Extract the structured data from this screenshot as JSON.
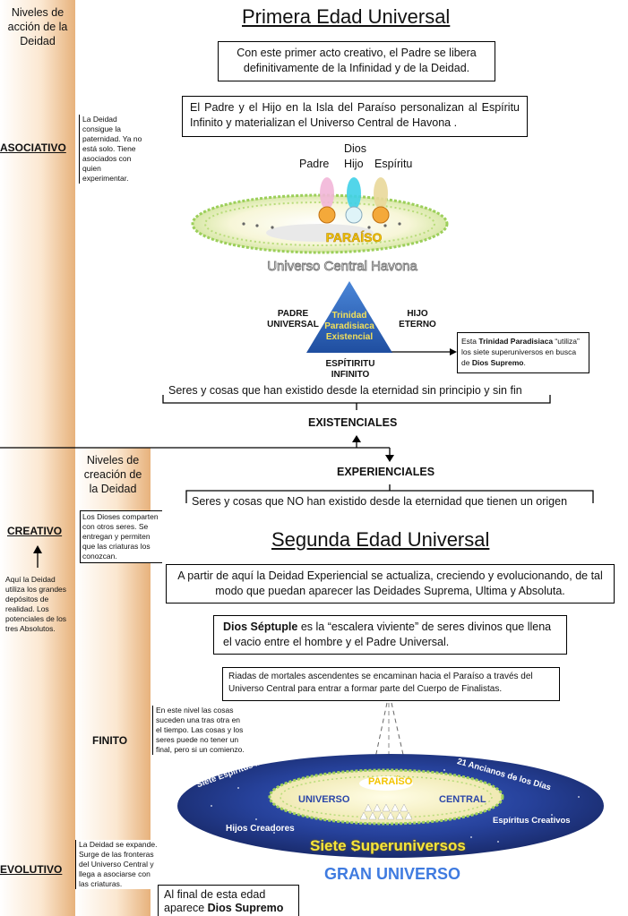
{
  "sidebar": {
    "top_heading": "Niveles de acción de la Deidad",
    "mid_heading": "Niveles de creación de la Deidad",
    "asociativo": {
      "label": "ASOCIATIVO",
      "note": "La Deidad consigue la paternidad. Ya no está solo. Tiene asociados con quien experimentar."
    },
    "creativo": {
      "label": "CREATIVO",
      "note": "Los Dioses comparten con otros seres. Se entregan y permiten que las criaturas los conozcan."
    },
    "absolutos_note": "Aquí la Deidad utiliza los grandes depósitos de realidad. Los potenciales de los tres Absolutos.",
    "finito": {
      "label": "FINITO",
      "note": "En este nivel las cosas suceden una tras otra en el tiempo. Las cosas y los seres puede no tener un final, pero si un comienzo."
    },
    "evolutivo": {
      "label": "EVOLUTIVO",
      "note": "La Deidad se expande. Surge de las fronteras del Universo Central y llega a asociarse con las criaturas."
    }
  },
  "first_age": {
    "title": "Primera Edad Universal",
    "box1": "Con este primer acto creativo, el Padre se libera definitivamente de la Infinidad  y de la Deidad.",
    "box2": "El Padre y el Hijo en la Isla del Paraíso personalizan al Espíritu Infinito y materializan el Universo Central de Havona .",
    "figures": {
      "dios": "Dios",
      "padre": "Padre",
      "hijo": "Hijo",
      "espiritu": "Espíritu"
    },
    "paraiso": "PARAÍSO",
    "havona": "Universo Central Havona",
    "trinity": {
      "center": "Trinidad Paradisiaca Existencial",
      "left": "PADRE UNIVERSAL",
      "right": "HIJO ETERNO",
      "bottom": "ESPÍTIRITU INFINITO",
      "note_pre": "Esta ",
      "note_bold": "Trinidad Paradisiaca",
      "note_mid": " “utiliza” los siete superuniversos en busca de ",
      "note_bold2": "Dios Supremo",
      "note_end": "."
    },
    "existential_text": "Seres y cosas que han existido desde la eternidad sin principio y sin fin",
    "existenciales": "EXISTENCIALES"
  },
  "second_age": {
    "experienciales": "EXPERIENCIALES",
    "experiential_text": "Seres y cosas que NO han existido desde la eternidad que tienen un origen",
    "title": "Segunda Edad Universal",
    "box1": "A partir de aquí la Deidad Experiencial se actualiza, creciendo y evolucionando, de tal modo que puedan aparecer las Deidades Suprema, Ultima y Absoluta.",
    "box2_bold": "Dios Séptuple",
    "box2_rest": " es la “escalera viviente” de seres divinos que llena el vacio entre el hombre y el Padre Universal.",
    "box3": "Riadas de mortales ascendentes se encaminan hacia el Paraíso a través del Universo Central para entrar a formar parte del Cuerpo de Finalistas.",
    "galaxy": {
      "paraiso": "PARAÍSO",
      "universo": "UNIVERSO",
      "central": "CENTRAL",
      "espiritus_maestros": "Siete Espíritus Maestros",
      "ancianos": "21 Ancianos de los Días",
      "espiritus_creativos": "Espíritus Creativos",
      "hijos_creadores": "Hijos Creadores",
      "superuniversos": "Siete Superuniversos",
      "gran_universo": "GRAN UNIVERSO"
    },
    "final_pre": "Al final de esta edad aparece ",
    "final_bold": "Dios Supremo"
  },
  "colors": {
    "gold": "#f3c400",
    "blue_band": "#2b46a8",
    "trinity_blue": "#2f5fb5",
    "sidebar_orange": "#e7b27c"
  }
}
